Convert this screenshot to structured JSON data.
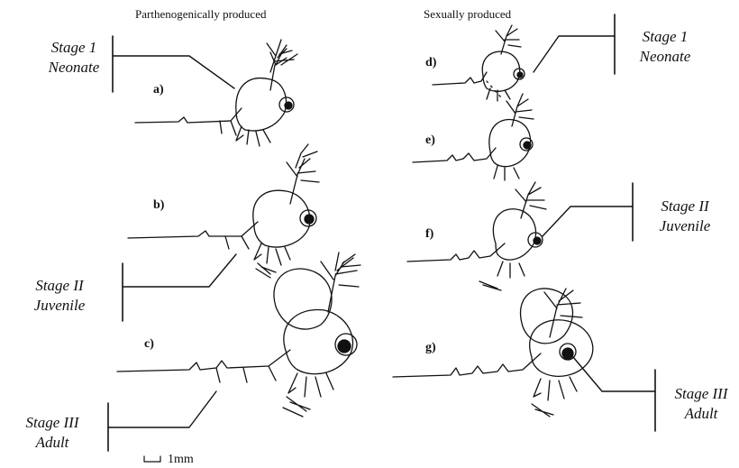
{
  "headers": {
    "left": "Parthenogenically produced",
    "right": "Sexually produced"
  },
  "panels": {
    "a": "a)",
    "b": "b)",
    "c": "c)",
    "d": "d)",
    "e": "e)",
    "f": "f)",
    "g": "g)"
  },
  "stages": {
    "left_stage1": [
      "Stage 1",
      "Neonate"
    ],
    "left_stage2": [
      "Stage II",
      "Juvenile"
    ],
    "left_stage3": [
      "Stage III",
      "Adult"
    ],
    "right_stage1": [
      "Stage 1",
      "Neonate"
    ],
    "right_stage2": [
      "Stage II",
      "Juvenile"
    ],
    "right_stage3": [
      "Stage III",
      "Adult"
    ]
  },
  "scale_bar": {
    "label": "1mm"
  },
  "colors": {
    "ink": "#111111",
    "background": "#ffffff"
  }
}
